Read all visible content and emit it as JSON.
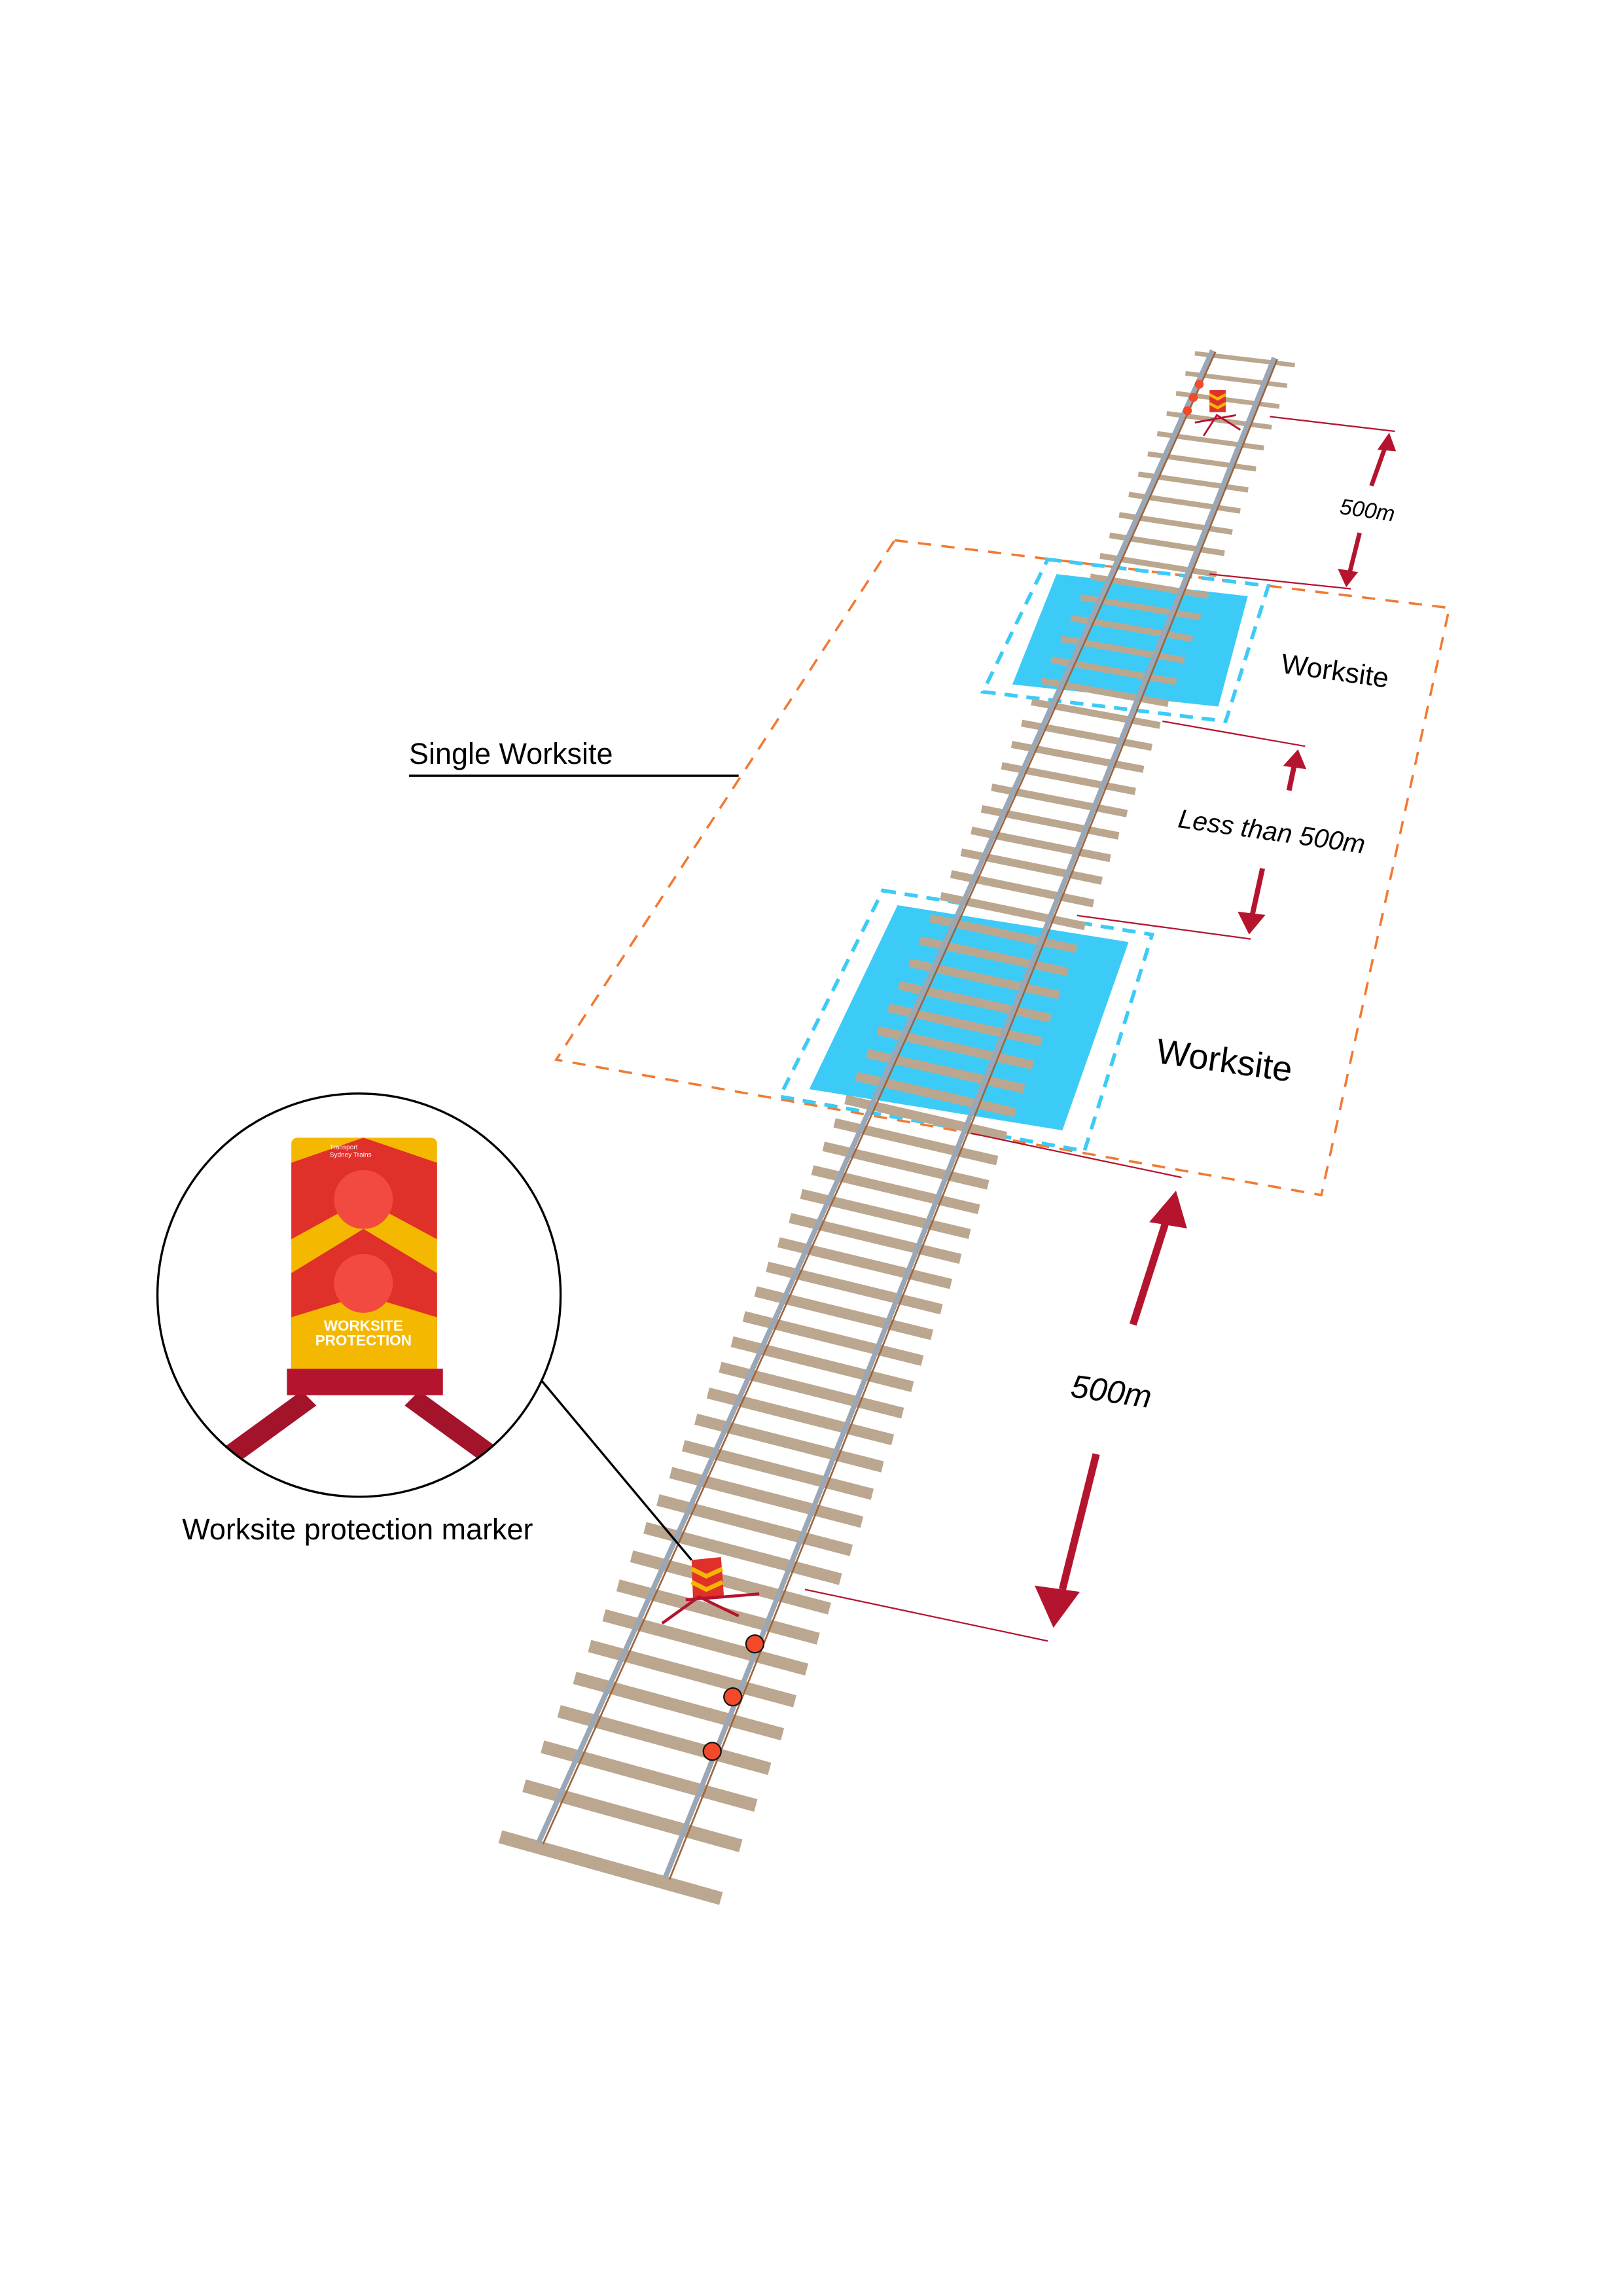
{
  "labels": {
    "single_worksite": "Single Worksite",
    "worksite_upper": "Worksite",
    "worksite_lower": "Worksite",
    "less_than": "Less than 500m",
    "distance_top": "500m",
    "distance_bottom": "500m",
    "marker_caption": "Worksite protection marker"
  },
  "sign": {
    "brand_line1": "Transport",
    "brand_line2": "Sydney Trains",
    "text_line1": "WORKSITE",
    "text_line2": "PROTECTION"
  },
  "colors": {
    "worksite_fill": "#3ccbf7",
    "worksite_border": "#3ccbf7",
    "single_worksite_border": "#f07a33",
    "dimension": "#b5142e",
    "sleeper": "#bba78f",
    "rail": "#9aa7b6",
    "sign_red": "#e0302a",
    "sign_yellow": "#f5b800"
  }
}
